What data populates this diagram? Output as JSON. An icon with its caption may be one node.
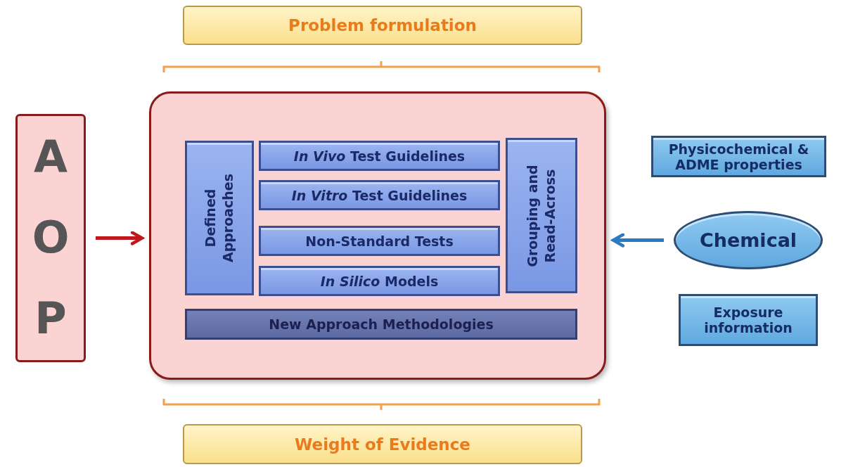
{
  "diagram": {
    "nodes": [
      {
        "text": [
          "Problem formulation"
        ]
      },
      {
        "text": [
          "AOP"
        ]
      },
      {
        "text": [],
        "shape": "box"
      },
      {
        "text": [
          "Defined Approaches"
        ],
        "in": 2
      },
      {
        "text": [
          "*In Vivo* Test Guidelines"
        ],
        "in": 2
      },
      {
        "text": [
          "*In Vitro* Test Guidelines"
        ],
        "in": 2
      },
      {
        "text": [
          "Non-Standard Tests"
        ],
        "in": 2
      },
      {
        "text": [
          "*In Silico* Models"
        ],
        "in": 2
      },
      {
        "text": [
          "Grouping and Read-Across"
        ],
        "in": 2
      },
      {
        "text": [
          "New Approach Methodologies"
        ],
        "in": 2
      },
      {
        "text": [
          "Physicochemical & ADME properties"
        ]
      },
      {
        "text": [
          "Chemical"
        ]
      },
      {
        "text": [
          "Exposure information"
        ]
      },
      {
        "text": [
          "Weight of Evidence"
        ]
      }
    ],
    "edges": [
      {
        "from": 1,
        "to": 2,
        "arrow": "to",
        "color": "#c0161c"
      },
      {
        "from": 11,
        "to": 2,
        "arrow": "to",
        "color": "#2a7bbf"
      }
    ]
  }
}
